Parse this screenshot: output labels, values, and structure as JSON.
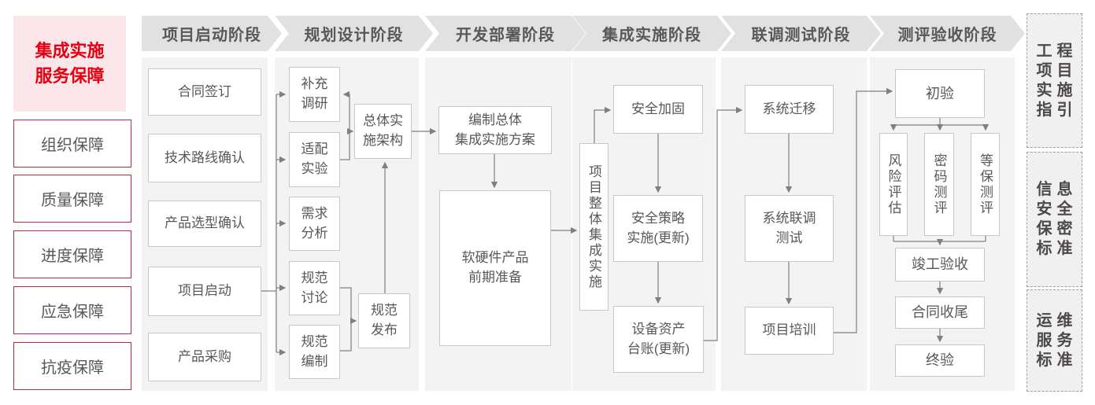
{
  "legend": {
    "title": "集成实施\n服务保障",
    "guarantees": [
      "组织保障",
      "质量保障",
      "进度保障",
      "应急保障",
      "抗疫保障"
    ]
  },
  "phases": [
    "项目启动阶段",
    "规划设计阶段",
    "开发部署阶段",
    "集成实施阶段",
    "联调测试阶段",
    "测评验收阶段"
  ],
  "flow": {
    "start": {
      "contract": "合同签订",
      "tech_route": "技术路线确认",
      "product_selection": "产品选型确认",
      "kickoff": "项目启动",
      "procurement": "产品采购"
    },
    "plan": {
      "supplement_research": "补充\n调研",
      "adaptation_test": "适配\n实验",
      "requirement_analysis": "需求\n分析",
      "spec_discussion": "规范\n讨论",
      "spec_drafting": "规范\n编制",
      "architecture": "总体实\n施架构",
      "spec_release": "规范\n发布"
    },
    "develop": {
      "integration_plan": "编制总体\n集成实施方案",
      "preparation": "软硬件产品\n前期准备"
    },
    "integrate": {
      "overall": "项目整体集成实施",
      "hardening": "安全加固",
      "policy": "安全策略\n实施(更新)",
      "asset_ledger": "设备资产\n台账(更新)"
    },
    "test": {
      "migration": "系统迁移",
      "joint_test": "系统联调\n测试",
      "training": "项目培训"
    },
    "accept": {
      "initial": "初验",
      "risk": "风险评估",
      "crypto": "密码测评",
      "mlps": "等保测评",
      "completion": "竣工验收",
      "closure": "合同收尾",
      "final": "终验"
    }
  },
  "standards": {
    "guide": "工程\n项目\n实施\n指引",
    "security": "信息\n安全\n保密\n标准",
    "om": "运维\n服务\n标准"
  },
  "colors": {
    "accent_red": "#e60012",
    "pink_bg": "#fbe7ea",
    "side_border": "#c22743",
    "band_gray": "#e2e1e1",
    "panel_gray": "#f4f3f3",
    "box_border": "#c9c8c8",
    "text_gray": "#595757",
    "connector_gray": "#7f7f7f"
  }
}
